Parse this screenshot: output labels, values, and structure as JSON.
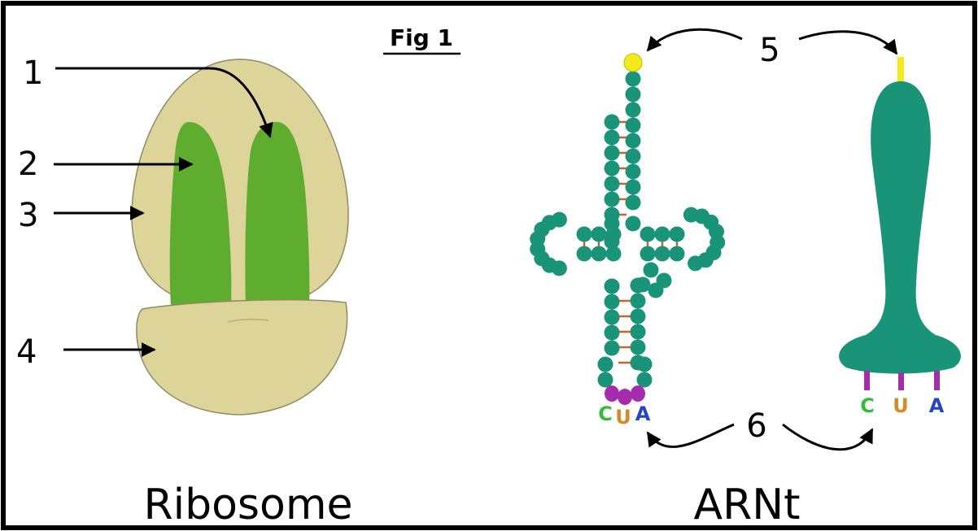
{
  "figure": {
    "title": "Fig 1",
    "ribosome_caption": "Ribosome",
    "trna_caption": "ARNt",
    "labels": [
      "1",
      "2",
      "3",
      "4",
      "5",
      "6"
    ],
    "anticodon_left": [
      "C",
      "U",
      "A"
    ],
    "anticodon_right": [
      "C",
      "U",
      "A"
    ]
  },
  "colors": {
    "ribosome": "#ddd49a",
    "ribosome_sites": "#5fad2e",
    "trna": "#1a9479",
    "base_pair": "#c8632c",
    "amino_acid_site": "#f2ea1a",
    "anticodon_stem": "#a52dad",
    "base_c": "#2fbf2f",
    "base_u": "#d58a25",
    "base_a": "#2546c4"
  }
}
